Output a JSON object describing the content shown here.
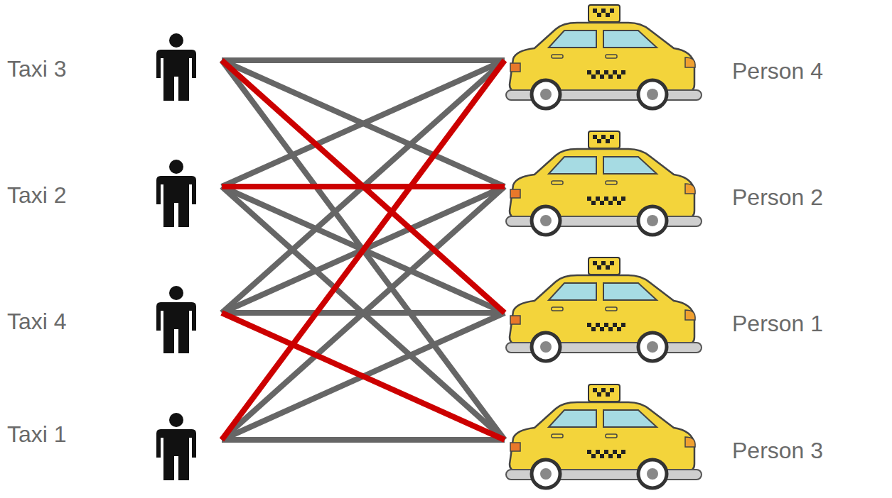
{
  "diagram": {
    "nodes": [
      {
        "text": [
          "Taxi 3"
        ]
      },
      {
        "text": [
          "Taxi 2"
        ]
      },
      {
        "text": [
          "Taxi 4"
        ]
      },
      {
        "text": [
          "Taxi 1"
        ]
      },
      {
        "text": [
          "Person 4"
        ]
      },
      {
        "text": [
          "Person 2"
        ]
      },
      {
        "text": [
          "Person 1"
        ]
      },
      {
        "text": [
          "Person 3"
        ]
      }
    ],
    "edges": [
      {
        "from": 0,
        "to": 4,
        "arrow": "none"
      },
      {
        "from": 0,
        "to": 5,
        "arrow": "none"
      },
      {
        "from": 0,
        "to": 6,
        "arrow": "none"
      },
      {
        "from": 0,
        "to": 7,
        "arrow": "none"
      },
      {
        "from": 1,
        "to": 4,
        "arrow": "none"
      },
      {
        "from": 1,
        "to": 5,
        "arrow": "none"
      },
      {
        "from": 1,
        "to": 6,
        "arrow": "none"
      },
      {
        "from": 1,
        "to": 7,
        "arrow": "none"
      },
      {
        "from": 2,
        "to": 4,
        "arrow": "none"
      },
      {
        "from": 2,
        "to": 5,
        "arrow": "none"
      },
      {
        "from": 2,
        "to": 6,
        "arrow": "none"
      },
      {
        "from": 2,
        "to": 7,
        "arrow": "none"
      },
      {
        "from": 3,
        "to": 4,
        "arrow": "none"
      },
      {
        "from": 3,
        "to": 5,
        "arrow": "none"
      },
      {
        "from": 3,
        "to": 6,
        "arrow": "none"
      },
      {
        "from": 3,
        "to": 7,
        "arrow": "none"
      }
    ]
  }
}
